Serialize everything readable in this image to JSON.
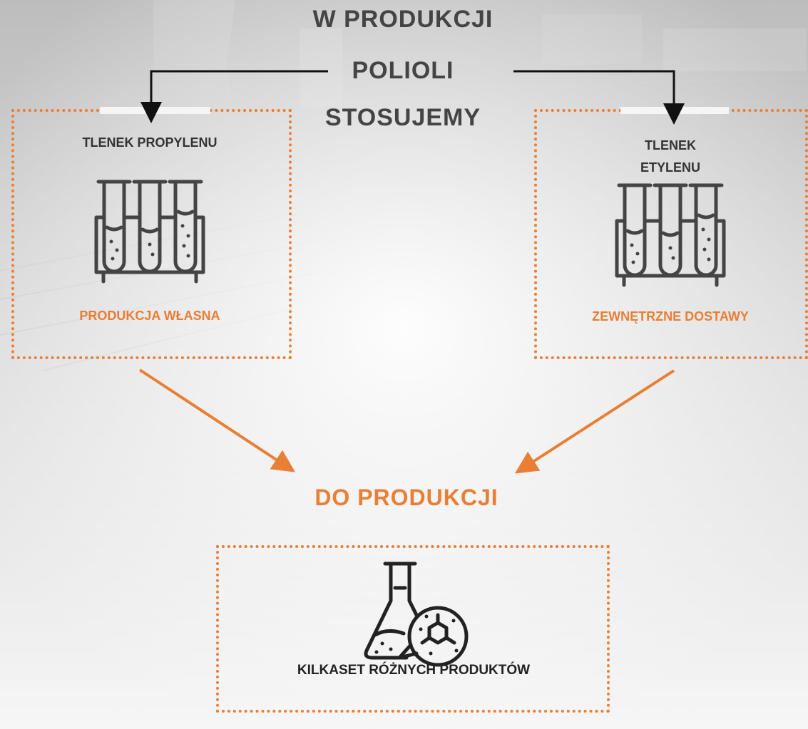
{
  "header": {
    "line1": "W PRODUKCJI",
    "line2": "POLIOLI",
    "line3": "STOSUJEMY"
  },
  "left": {
    "title": "TLENEK PROPYLENU",
    "icon": "test-tubes-icon",
    "caption": "PRODUKCJA WŁASNA"
  },
  "right": {
    "title_line1": "TLENEK",
    "title_line2": "ETYLENU",
    "icon": "test-tubes-icon",
    "caption": "ZEWNĘTRZNE DOSTAWY"
  },
  "middle": {
    "title": "DO PRODUKCJI"
  },
  "bottom": {
    "icon": "flask-molecule-icon",
    "caption": "KILKASET RÓŻNYCH PRODUKTÓW"
  },
  "colors": {
    "accent": "#e97e35",
    "text_dark": "#333333",
    "connector": "#111111"
  }
}
